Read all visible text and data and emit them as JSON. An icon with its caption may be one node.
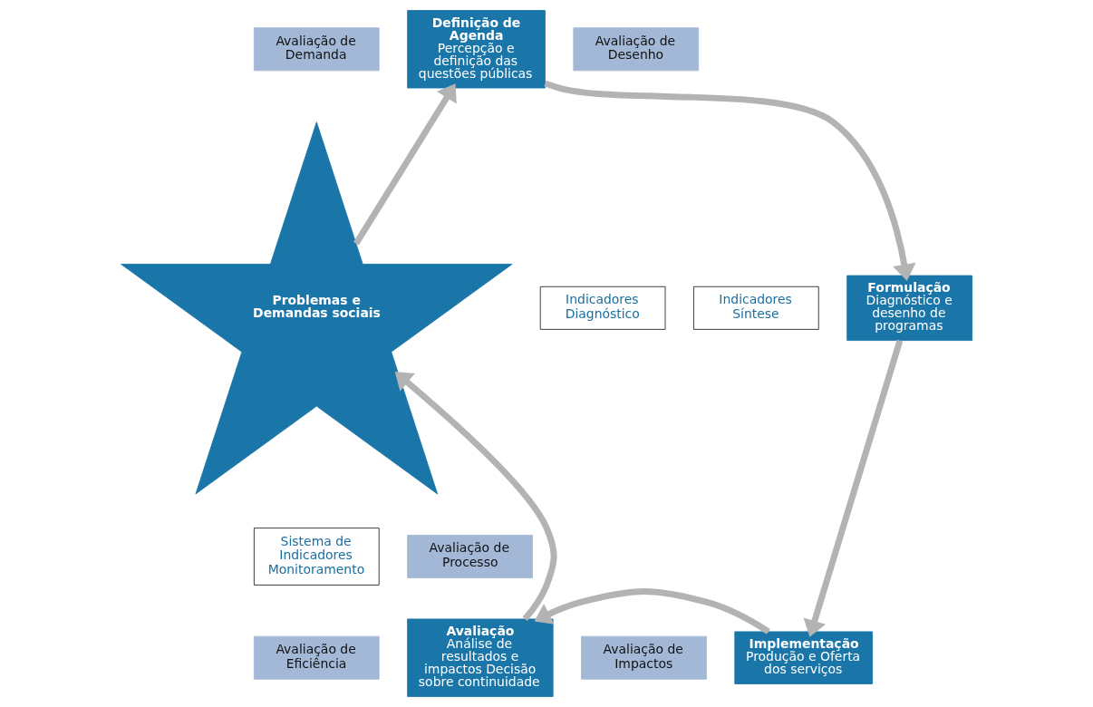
{
  "diagram": {
    "nodes": [
      {
        "text": [
          "Avaliação de Demanda"
        ]
      },
      {
        "text": [
          "Definição de Agenda",
          "Percepção e definição das questões públicas"
        ]
      },
      {
        "text": [
          "Avaliação de Desenho"
        ]
      },
      {
        "text": [
          "Problemas e Demandas sociais"
        ]
      },
      {
        "text": [
          "Indicadores Diagnóstico"
        ]
      },
      {
        "text": [
          "Indicadores Síntese"
        ]
      },
      {
        "text": [
          "Formulação",
          "Diagnóstico e desenho de programas"
        ]
      },
      {
        "text": [
          "Sistema de Indicadores Monitoramento"
        ]
      },
      {
        "text": [
          "Avaliação de Processo"
        ]
      },
      {
        "text": [
          "Avaliação",
          "Análise de resultados e impactos Decisão sobre continuidade"
        ]
      },
      {
        "text": [
          "Implementação",
          "Produção e Oferta dos serviços"
        ]
      },
      {
        "text": [
          "Avaliação de Eficiência"
        ]
      },
      {
        "text": [
          "Avaliação de Impactos"
        ]
      }
    ],
    "edges": [
      {
        "from": 3,
        "to": 1,
        "arrow": "to"
      },
      {
        "from": 1,
        "to": 6,
        "arrow": "to"
      },
      {
        "from": 6,
        "to": 10,
        "arrow": "to"
      },
      {
        "from": 10,
        "to": 9,
        "arrow": "to"
      },
      {
        "from": 9,
        "to": 3,
        "arrow": "to"
      }
    ]
  }
}
